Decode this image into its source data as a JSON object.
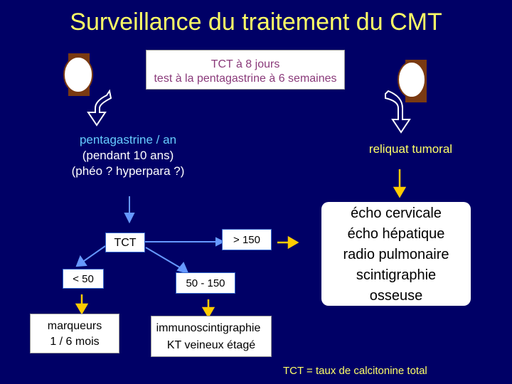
{
  "title": "Surveillance du traitement du CMT",
  "top_box": {
    "line1": "TCT à 8 jours",
    "line2": "test à la pentagastrine à 6 semaines"
  },
  "left_branch": {
    "line1": "pentagastrine / an",
    "line2": "(pendant 10 ans)",
    "line3": "(phéo ? hyperpara ?)"
  },
  "right_branch": {
    "label": "reliquat tumoral"
  },
  "tct": {
    "label": "TCT",
    "high": "> 150",
    "low": "< 50",
    "mid": "50 - 150"
  },
  "outcomes": {
    "marqueurs_line1": "marqueurs",
    "marqueurs_line2": "1 / 6 mois",
    "immuno_line1": "immunoscintigraphie",
    "immuno_line2": "KT veineux étagé",
    "echo_line1": "écho cervicale",
    "echo_line2": "écho hépatique",
    "echo_line3": "radio pulmonaire",
    "echo_line4": "scintigraphie",
    "echo_line5": "osseuse"
  },
  "footer": "TCT = taux de calcitonine total",
  "colors": {
    "background": "#000066",
    "title": "#ffff66",
    "arrow_yellow": "#ffcc00",
    "arrow_blue": "#6699ff",
    "left_text": "#66ccff",
    "badge_brown": "#7a3a12"
  }
}
